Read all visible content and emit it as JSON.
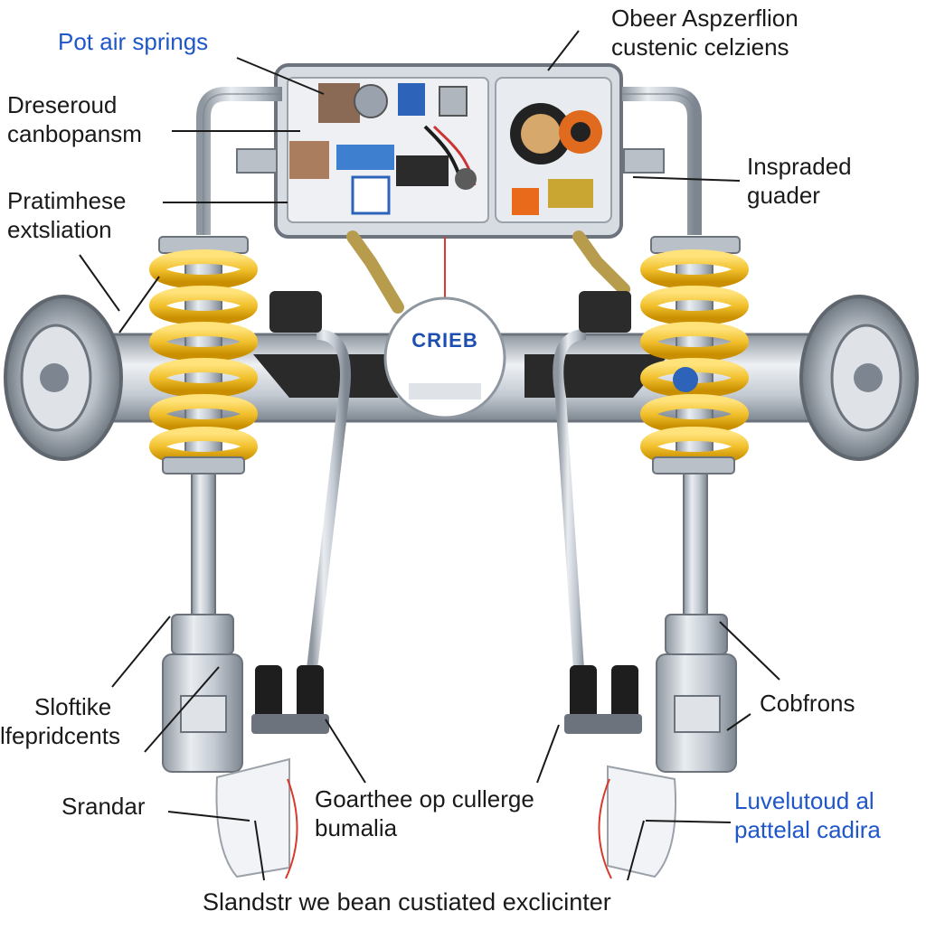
{
  "labels": {
    "pot_air_springs": "Pot air springs",
    "obeer_line1": "Obeer Aspzerflion",
    "obeer_line2": "custenic celziens",
    "dreseroud_line1": "Dreseroud",
    "dreseroud_line2": "canbopansm",
    "pratimhese_line1": "Pratimhese",
    "pratimhese_line2": "extsliation",
    "inspraded_line1": "Inspraded",
    "inspraded_line2": "guader",
    "badge": "CRIEB",
    "sloftike_line1": "Sloftike",
    "sloftike_line2": "lfepridcents",
    "cobfrons": "Cobfrons",
    "srandar": "Srandar",
    "goarthee_line1": "Goarthee op cullerge",
    "goarthee_line2": "bumalia",
    "luvelutoud_line1": "Luvelutoud al",
    "luvelutoud_line2": "pattelal cadira",
    "footer": "Slandstr we bean custiated exclicinter"
  },
  "colors": {
    "spring": "#f2c12e",
    "spring_dark": "#c98f00",
    "metal": "#c4cad2",
    "metal_dark": "#7d8690",
    "housing": "#d7dbe2",
    "label_blue": "#1f57c9",
    "text": "#1a1a1a",
    "red_accent": "#d83a2e"
  }
}
